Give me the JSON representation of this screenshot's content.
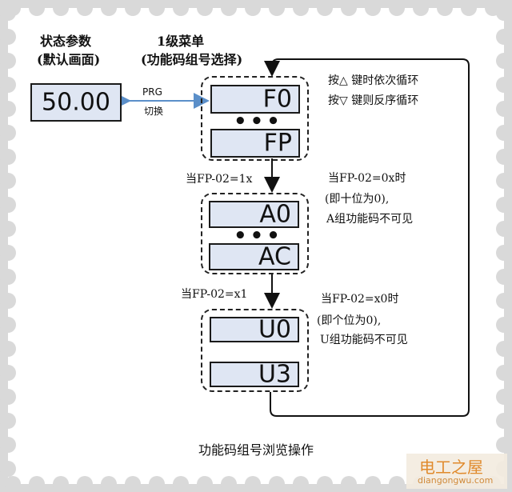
{
  "status": {
    "title_line1": "状态参数",
    "title_line2": "(默认画面)",
    "value": "50.00"
  },
  "menu": {
    "title_line1": "1级菜单",
    "title_line2": "(功能码组号选择)"
  },
  "prg": {
    "line1": "PRG",
    "line2": "切换"
  },
  "groups": [
    {
      "top": "F0",
      "bottom": "FP"
    },
    {
      "top": "A0",
      "bottom": "AC"
    },
    {
      "top": "U0",
      "bottom": "U3"
    }
  ],
  "dots": "•••",
  "conditions": {
    "fp_a": "当FP-02=1x",
    "fp_u": "当FP-02=x1"
  },
  "notes": {
    "cycle_up": "按△ 键时依次循环",
    "cycle_down": "按▽ 键则反序循环",
    "a_line1": "当FP-02=0x时",
    "a_line2": "(即十位为0),",
    "a_line3": "A组功能码不可见",
    "u_line1": "当FP-02=x0时",
    "u_line2": "(即个位为0),",
    "u_line3": "U组功能码不可见"
  },
  "caption": "功能码组号浏览操作",
  "watermark": {
    "title": "电工之屋",
    "url": "diangongwu.com"
  },
  "colors": {
    "box_fill": "#dfe6f3",
    "prg_arrow": "#5b8fc9",
    "paper": "#ffffff",
    "watermark": "#e08a2c"
  }
}
